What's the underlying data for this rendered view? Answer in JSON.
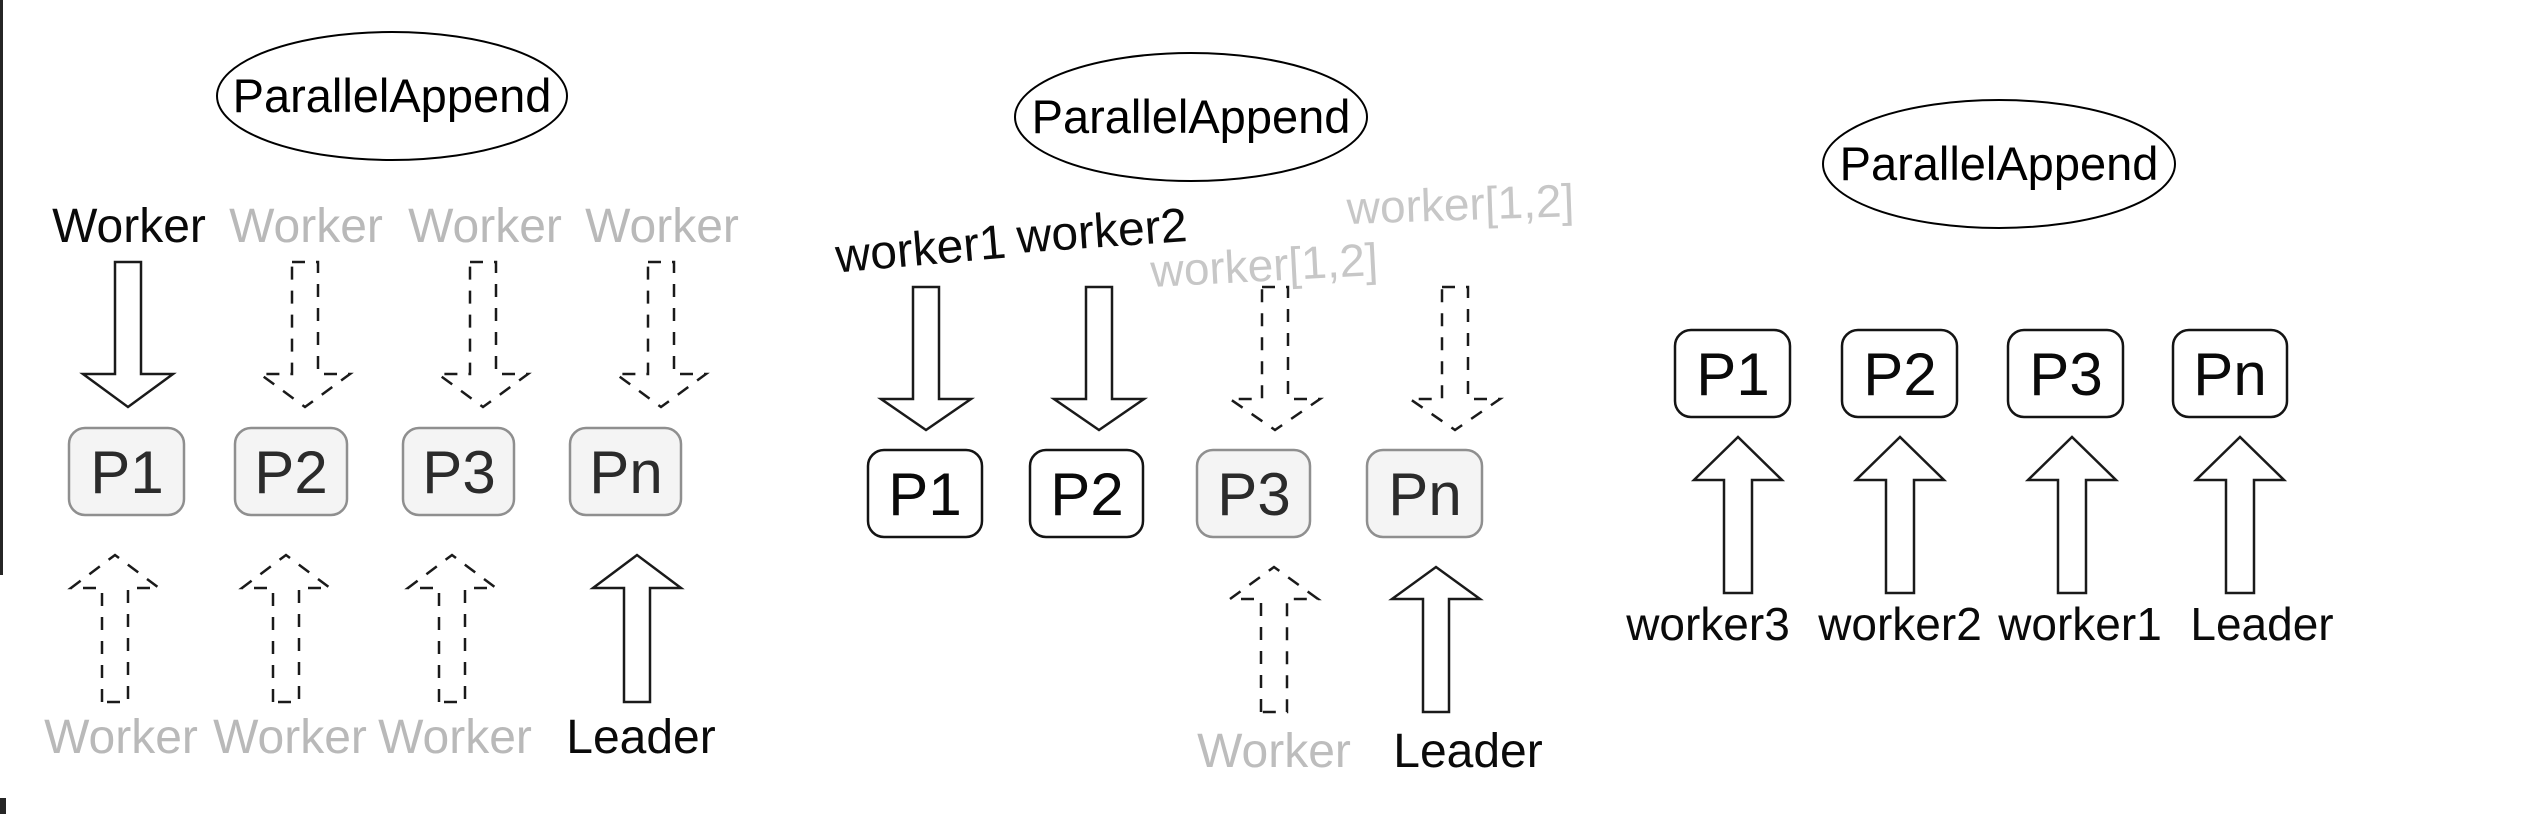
{
  "panels": [
    {
      "node": "ParallelAppend",
      "top_workers": [
        "Worker",
        "Worker",
        "Worker",
        "Worker"
      ],
      "partitions": [
        "P1",
        "P2",
        "P3",
        "Pn"
      ],
      "bottom_labels": [
        "Worker",
        "Worker",
        "Worker",
        "Leader"
      ]
    },
    {
      "node": "ParallelAppend",
      "top_workers": [
        "worker1",
        "worker2",
        "worker[1,2]",
        "worker[1,2]"
      ],
      "partitions": [
        "P1",
        "P2",
        "P3",
        "Pn"
      ],
      "bottom_labels": [
        "Worker",
        "Leader"
      ]
    },
    {
      "node": "ParallelAppend",
      "partitions": [
        "P1",
        "P2",
        "P3",
        "Pn"
      ],
      "bottom_labels": [
        "worker3",
        "worker2",
        "worker1",
        "Leader"
      ]
    }
  ],
  "colors": {
    "active_text": "#0a0a0a",
    "inactive_worker_text": "#b9b9b9",
    "inactive_worker_text_light": "#c7c7c7",
    "partition_fill_scanned": "#f4f4f4",
    "partition_fill_active": "#ffffff",
    "stroke": "#1a1a1a"
  }
}
